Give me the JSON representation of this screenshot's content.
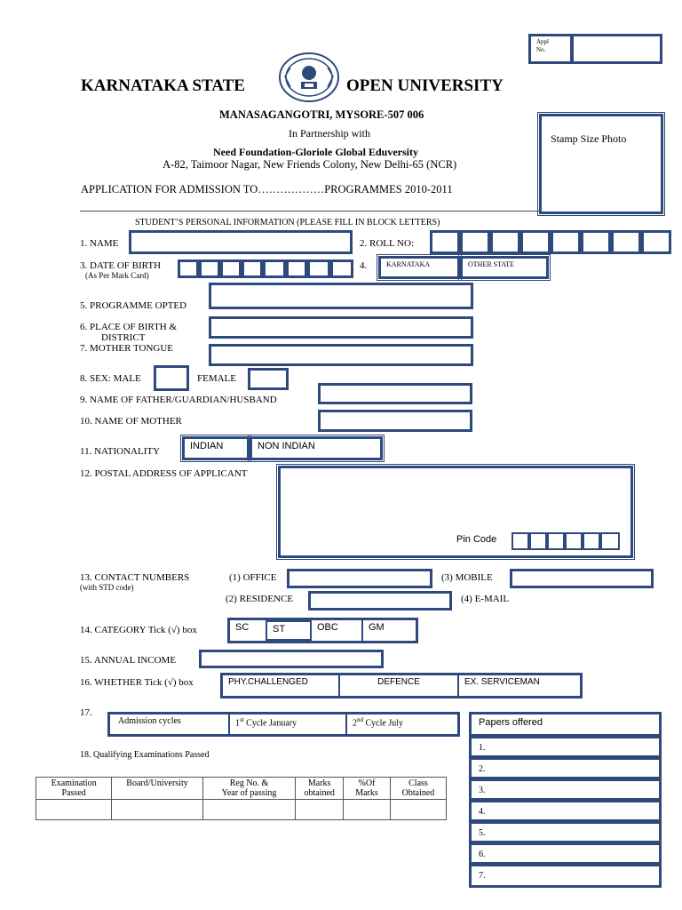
{
  "header": {
    "appl_label": "Appl\nNo.",
    "title_left": "KARNATAKA STATE",
    "title_right": "OPEN UNIVERSITY",
    "address": "MANASAGANGOTRI, MYSORE-507 006",
    "partnership": "In Partnership with",
    "partner": "Need Foundation-Gloriole Global Eduversity",
    "partner_address": "A-82, Taimoor Nagar, New Friends Colony, New Delhi-65 (NCR)",
    "application_line": "APPLICATION FOR ADMISSION TO………………PROGRAMMES 2010-2011",
    "photo": "Stamp Size Photo",
    "section_title": "STUDENT’S PERSONAL INFORMATION (PLEASE FILL IN BLOCK LETTERS)"
  },
  "fields": {
    "name": "1. NAME",
    "roll": "2. ROLL NO:",
    "dob": "3. DATE OF BIRTH",
    "dob_sub": "(As Per Mark Card)",
    "q4": "4.",
    "karnataka": "KARNATAKA",
    "other_state": "OTHER STATE",
    "programme": "5. PROGRAMME OPTED",
    "birth_place": "6. PLACE OF BIRTH &",
    "birth_place_2": "DISTRICT",
    "mother_tongue": "7. MOTHER TONGUE",
    "sex_male": "8. SEX: MALE",
    "female": "FEMALE",
    "father": "9. NAME OF FATHER/GUARDIAN/HUSBAND",
    "mother": "10. NAME OF MOTHER",
    "nationality": "11. NATIONALITY",
    "indian": "INDIAN",
    "non_indian": "NON INDIAN",
    "postal": "12. POSTAL ADDRESS OF APPLICANT",
    "pin": "Pin Code",
    "contact": "13. CONTACT NUMBERS",
    "contact_sub": "(with STD code)",
    "office": "(1) OFFICE",
    "residence": "(2) RESIDENCE",
    "mobile": "(3) MOBILE",
    "email": "(4) E-MAIL",
    "category": "14. CATEGORY  Tick (√) box",
    "sc": "SC",
    "st": "ST",
    "obc": "OBC",
    "gm": "GM",
    "income": "15. ANNUAL INCOME",
    "whether": "16. WHETHER Tick (√) box",
    "phy": "PHY.CHALLENGED",
    "defence": "DEFENCE",
    "ex": "EX. SERVICEMAN",
    "q17": "17.",
    "cycles": "Admission cycles",
    "cycle1_num": "1",
    "cycle1_sup": "st",
    "cycle1_rest": " Cycle January",
    "cycle2_num": "2",
    "cycle2_sup": "nd",
    "cycle2_rest": " Cycle July",
    "q18": "18. Qualifying Examinations Passed"
  },
  "papers": {
    "title": "Papers offered",
    "items": [
      "1.",
      "2.",
      "3.",
      "4.",
      "5.",
      "6.",
      "7."
    ]
  },
  "exam_table": {
    "headers": [
      "Examination\nPassed",
      "Board/University",
      "Reg No. &\nYear of passing",
      "Marks\nobtained",
      "%Of\nMarks",
      "Class\nObtained"
    ]
  },
  "colors": {
    "box_border": "#2e4a7d"
  }
}
